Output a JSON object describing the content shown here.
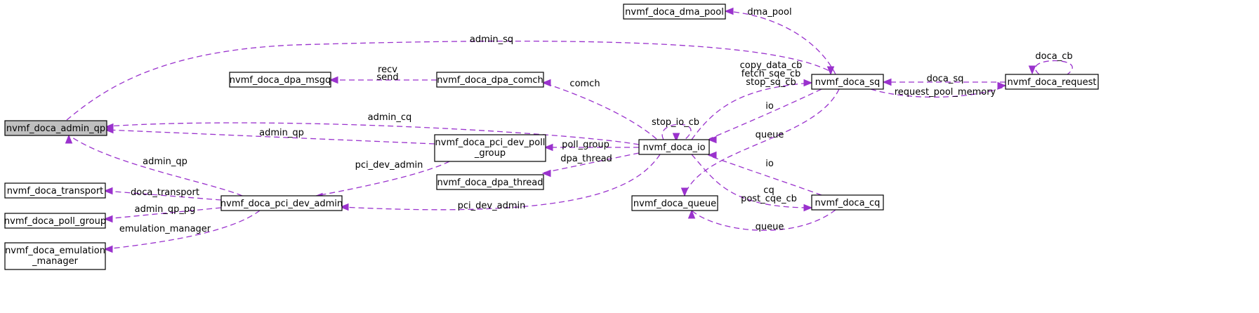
{
  "diagram": {
    "nodes": [
      {
        "id": "admin_qp",
        "lines": [
          "nvmf_doca_admin_qp"
        ],
        "highlight": true
      },
      {
        "id": "transport",
        "lines": [
          "nvmf_doca_transport"
        ]
      },
      {
        "id": "poll_group",
        "lines": [
          "nvmf_doca_poll_group"
        ]
      },
      {
        "id": "emulation_manager",
        "lines": [
          "nvmf_doca_emulation",
          "_manager"
        ]
      },
      {
        "id": "pci_dev_admin",
        "lines": [
          "nvmf_doca_pci_dev_admin"
        ]
      },
      {
        "id": "dpa_msgq",
        "lines": [
          "nvmf_doca_dpa_msgq"
        ]
      },
      {
        "id": "dpa_comch",
        "lines": [
          "nvmf_doca_dpa_comch"
        ]
      },
      {
        "id": "pci_dev_poll_group",
        "lines": [
          "nvmf_doca_pci_dev_poll",
          "_group"
        ]
      },
      {
        "id": "dpa_thread",
        "lines": [
          "nvmf_doca_dpa_thread"
        ]
      },
      {
        "id": "io",
        "lines": [
          "nvmf_doca_io"
        ]
      },
      {
        "id": "dma_pool",
        "lines": [
          "nvmf_doca_dma_pool"
        ]
      },
      {
        "id": "queue",
        "lines": [
          "nvmf_doca_queue"
        ]
      },
      {
        "id": "sq",
        "lines": [
          "nvmf_doca_sq"
        ]
      },
      {
        "id": "cq",
        "lines": [
          "nvmf_doca_cq"
        ]
      },
      {
        "id": "request",
        "lines": [
          "nvmf_doca_request"
        ]
      }
    ],
    "edges": [
      {
        "id": "e1",
        "from": "sq",
        "to": "admin_qp",
        "label": [
          "admin_sq"
        ]
      },
      {
        "id": "e2",
        "from": "io",
        "to": "admin_qp",
        "label": [
          "admin_cq"
        ]
      },
      {
        "id": "e3",
        "from": "pci_dev_poll_group",
        "to": "admin_qp",
        "label": [
          "admin_qp"
        ]
      },
      {
        "id": "e4",
        "from": "pci_dev_admin",
        "to": "admin_qp",
        "label": [
          "admin_qp"
        ]
      },
      {
        "id": "e5",
        "from": "pci_dev_admin",
        "to": "transport",
        "label": [
          "doca_transport"
        ]
      },
      {
        "id": "e6",
        "from": "pci_dev_admin",
        "to": "poll_group",
        "label": [
          "admin_qp_pg"
        ]
      },
      {
        "id": "e7",
        "from": "pci_dev_admin",
        "to": "emulation_manager",
        "label": [
          "emulation_manager"
        ]
      },
      {
        "id": "e8",
        "from": "pci_dev_poll_group",
        "to": "pci_dev_admin",
        "label": [
          "pci_dev_admin"
        ]
      },
      {
        "id": "e9",
        "from": "io",
        "to": "pci_dev_admin",
        "label": [
          "pci_dev_admin"
        ]
      },
      {
        "id": "e10",
        "from": "dpa_comch",
        "to": "dpa_msgq",
        "label": [
          "recv",
          "send"
        ]
      },
      {
        "id": "e11",
        "from": "io",
        "to": "dpa_comch",
        "label": [
          "comch"
        ]
      },
      {
        "id": "e12",
        "from": "io",
        "to": "pci_dev_poll_group",
        "label": [
          "poll_group"
        ]
      },
      {
        "id": "e13",
        "from": "io",
        "to": "dpa_thread",
        "label": [
          "dpa_thread"
        ]
      },
      {
        "id": "e14",
        "from": "io",
        "to": "io",
        "label": [
          "stop_io_cb"
        ]
      },
      {
        "id": "e15",
        "from": "sq",
        "to": "io",
        "label": [
          "io"
        ]
      },
      {
        "id": "e16",
        "from": "cq",
        "to": "io",
        "label": [
          "io"
        ]
      },
      {
        "id": "e17",
        "from": "io",
        "to": "sq",
        "label": [
          "copy_data_cb",
          "fetch_sqe_cb",
          "stop_sq_cb"
        ]
      },
      {
        "id": "e18",
        "from": "io",
        "to": "cq",
        "label": [
          "cq",
          "post_cqe_cb"
        ]
      },
      {
        "id": "e19",
        "from": "sq",
        "to": "dma_pool",
        "label": [
          "dma_pool"
        ]
      },
      {
        "id": "e20",
        "from": "sq",
        "to": "queue",
        "label": [
          "queue"
        ]
      },
      {
        "id": "e21",
        "from": "cq",
        "to": "queue",
        "label": [
          "queue"
        ]
      },
      {
        "id": "e22",
        "from": "request",
        "to": "sq",
        "label": [
          "doca_sq"
        ]
      },
      {
        "id": "e23",
        "from": "sq",
        "to": "request",
        "label": [
          "request_pool_memory"
        ]
      },
      {
        "id": "e24",
        "from": "request",
        "to": "request",
        "label": [
          "doca_cb"
        ]
      }
    ]
  }
}
